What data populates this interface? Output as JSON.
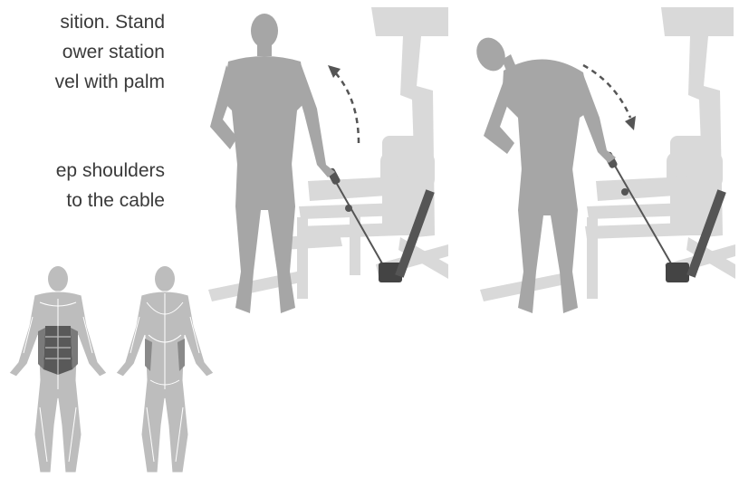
{
  "instructions": {
    "lines": [
      "sition. Stand",
      "ower station",
      "vel with palm",
      "ep shoulders",
      "to the cable"
    ]
  },
  "illustrations": {
    "start_position": "figure-standing-upright-holding-cable",
    "end_position": "figure-side-bent-holding-cable",
    "arrow_start": "dashed-arrow-up",
    "arrow_end": "dashed-arrow-down"
  },
  "muscle_map": {
    "views": [
      "front",
      "back"
    ],
    "highlighted_muscles": [
      "obliques",
      "abdominals"
    ]
  },
  "colors": {
    "figure": "#a6a6a6",
    "machine": "#d9d9d9",
    "cable_handle": "#555555",
    "highlight": "#595959",
    "text": "#3a3a3a"
  }
}
